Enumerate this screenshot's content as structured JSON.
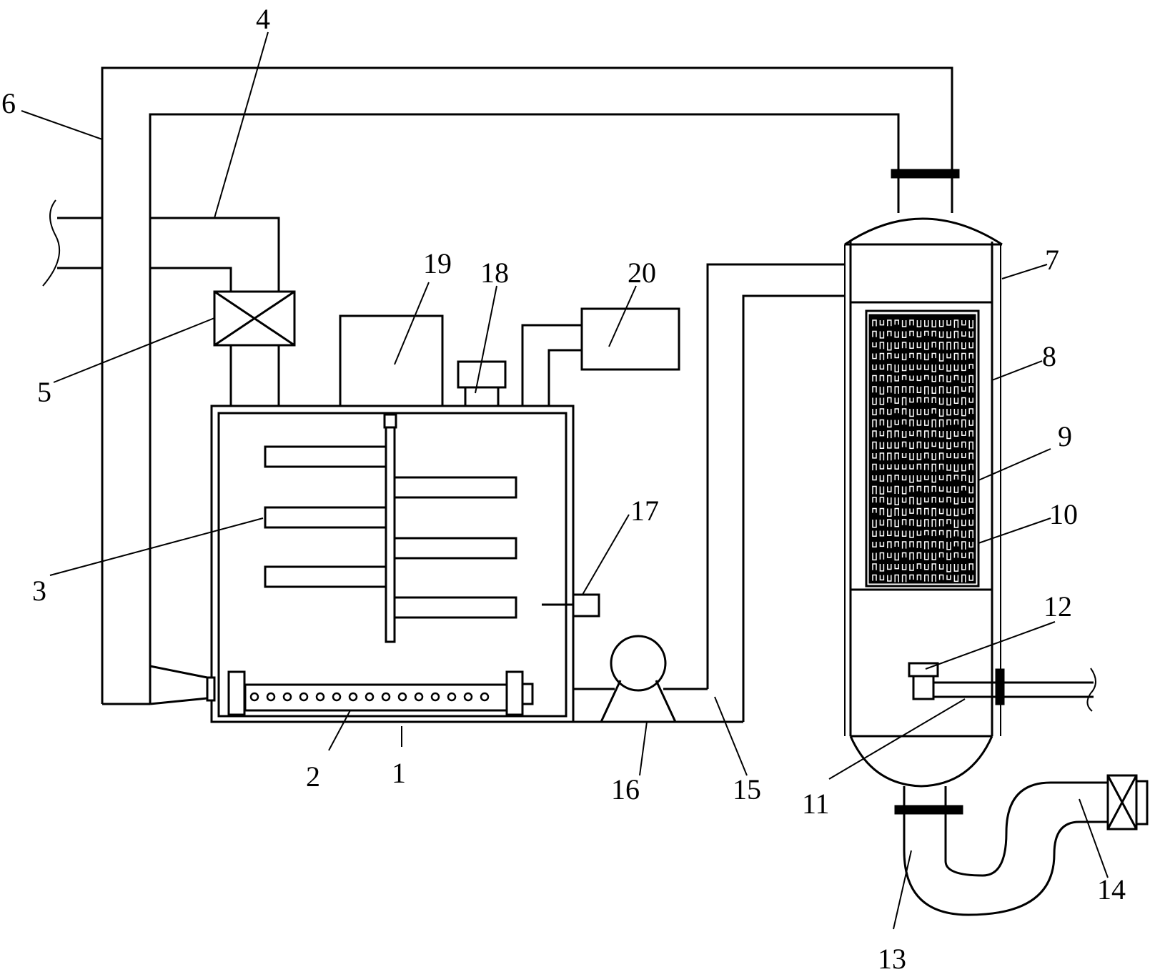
{
  "diagram": {
    "labels": [
      {
        "key": "1",
        "text": "1"
      },
      {
        "key": "2",
        "text": "2"
      },
      {
        "key": "3",
        "text": "3"
      },
      {
        "key": "4",
        "text": "4"
      },
      {
        "key": "5",
        "text": "5"
      },
      {
        "key": "6",
        "text": "6"
      },
      {
        "key": "7",
        "text": "7"
      },
      {
        "key": "8",
        "text": "8"
      },
      {
        "key": "9",
        "text": "9"
      },
      {
        "key": "10",
        "text": "10"
      },
      {
        "key": "11",
        "text": "11"
      },
      {
        "key": "12",
        "text": "12"
      },
      {
        "key": "13",
        "text": "13"
      },
      {
        "key": "14",
        "text": "14"
      },
      {
        "key": "15",
        "text": "15"
      },
      {
        "key": "16",
        "text": "16"
      },
      {
        "key": "17",
        "text": "17"
      },
      {
        "key": "18",
        "text": "18"
      },
      {
        "key": "19",
        "text": "19"
      },
      {
        "key": "20",
        "text": "20"
      }
    ]
  }
}
